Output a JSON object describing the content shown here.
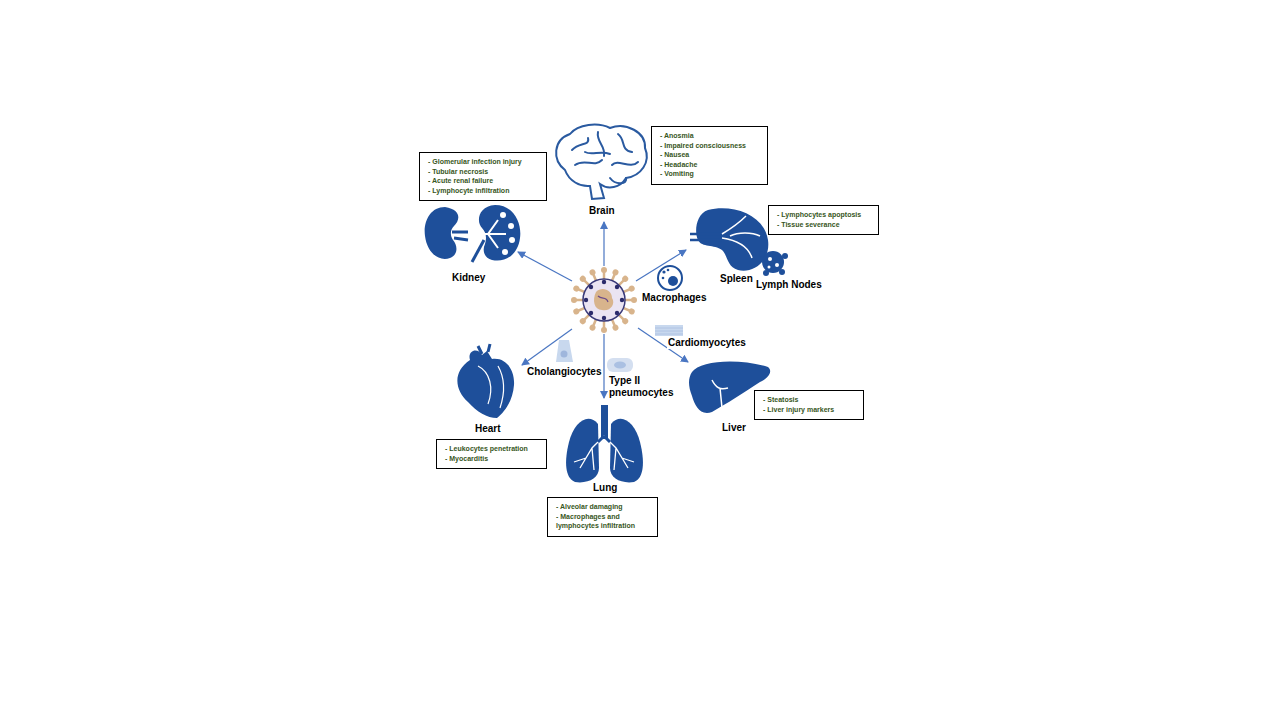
{
  "diagram": {
    "nodes": [
      {
        "text": [
          "- Anosmia",
          "- Impaired consciousness",
          "- Nausea",
          "- Headache",
          "- Vomiting"
        ]
      },
      {
        "text": [
          "- Glomerular infection injury",
          "- Tubular necrosis",
          "- Acute renal failure",
          "- Lymphocyte infiltration"
        ]
      },
      {
        "text": [
          "- Lymphocytes apoptosis",
          "- Tissue severance"
        ]
      },
      {
        "text": [
          "- Steatosis",
          "- Liver injury markers"
        ]
      },
      {
        "text": [
          "- Leukocytes penetration",
          "- Myocarditis"
        ]
      },
      {
        "text": [
          "- Alveolar damaging",
          "- Macrophages and lymphocytes infiltration"
        ]
      }
    ],
    "labels": [
      "Brain",
      "Kidney",
      "Spleen",
      "Lymph Nodes",
      "Macrophages",
      "Cardiomyocytes",
      "Cholangiocytes",
      "Type II pneumocytes",
      "Liver",
      "Heart",
      "Lung"
    ]
  }
}
